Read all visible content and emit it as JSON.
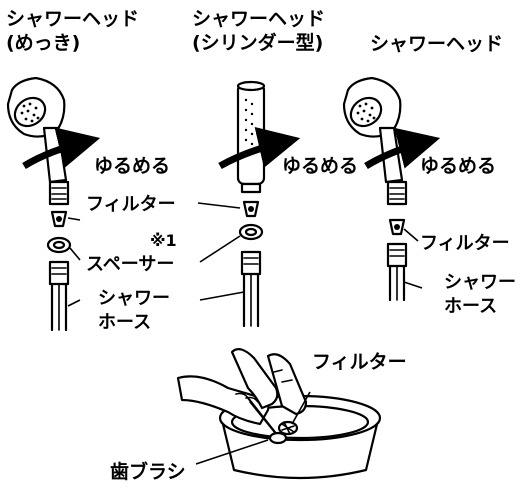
{
  "left_head": {
    "name": "シャワーヘッド",
    "variant": "(めっき)"
  },
  "center_head": {
    "name": "シャワーヘッド",
    "variant": "(シリンダー型)"
  },
  "right_head": {
    "name": "シャワーヘッド"
  },
  "action_loosen": "ゆるめる",
  "parts": {
    "filter": "フィルター",
    "spacer": "スペーサー",
    "note_mark": "※1",
    "hose_line1": "シャワー",
    "hose_line2": "ホース"
  },
  "cleaning": {
    "filter": "フィルター",
    "toothbrush": "歯ブラシ"
  }
}
